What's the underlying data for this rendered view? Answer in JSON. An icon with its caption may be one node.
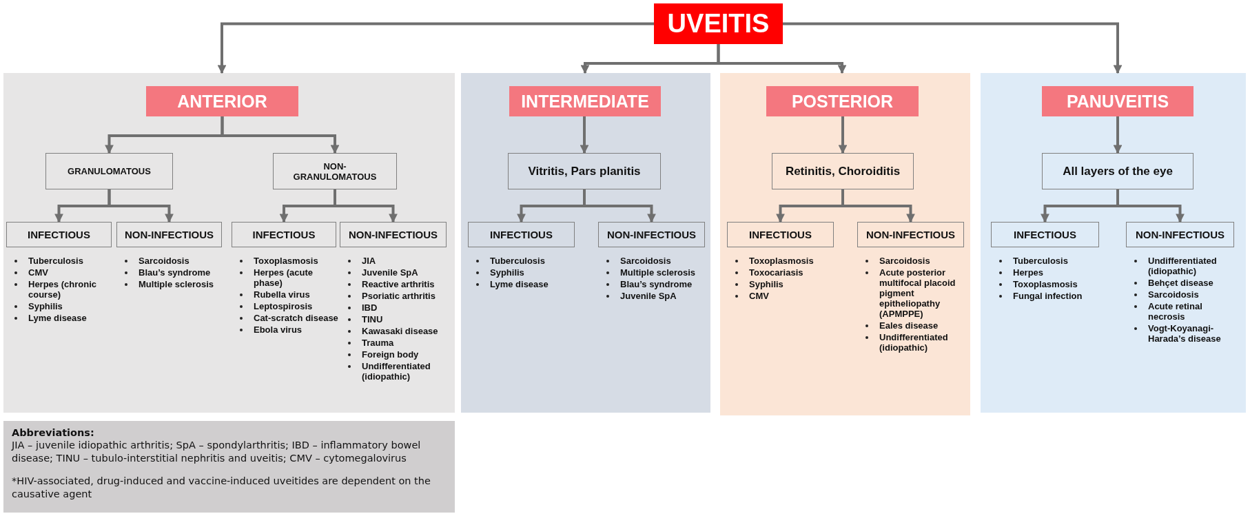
{
  "diagram": {
    "nodes": [
      {
        "text": [
          "UVEITIS"
        ]
      },
      {
        "text": [],
        "shape": "box"
      },
      {
        "text": [
          "ANTERIOR"
        ],
        "in": 1
      },
      {
        "text": [
          "GRANULOMATOUS"
        ],
        "in": 1
      },
      {
        "text": [
          "NON- GRANULOMATOUS"
        ],
        "in": 1
      },
      {
        "text": [
          "INFECTIOUS"
        ],
        "in": 1,
        "beside": [
          "Tuberculosis",
          "CMV",
          "Herpes (chronic course)",
          "Syphilis",
          "Lyme disease"
        ]
      },
      {
        "text": [
          "NON-INFECTIOUS"
        ],
        "in": 1,
        "beside": [
          "Sarcoidosis",
          "Blau’s syndrome",
          "Multiple sclerosis"
        ]
      },
      {
        "text": [
          "INFECTIOUS"
        ],
        "in": 1,
        "beside": [
          "Toxoplasmosis",
          "Herpes (acute phase)",
          "Rubella virus",
          "Leptospirosis",
          "Cat-scratch disease",
          "Ebola virus"
        ]
      },
      {
        "text": [
          "NON-INFECTIOUS"
        ],
        "in": 1,
        "beside": [
          "JIA",
          "Juvenile SpA",
          "Reactive arthritis",
          "Psoriatic arthritis",
          "IBD",
          "TINU",
          "Kawasaki disease",
          "Trauma",
          "Foreign body",
          "Undifferentiated (idiopathic)"
        ]
      },
      {
        "text": [],
        "shape": "box"
      },
      {
        "text": [
          "INTERMEDIATE"
        ],
        "in": 9
      },
      {
        "text": [
          "Vitritis, Pars planitis"
        ],
        "in": 9
      },
      {
        "text": [
          "INFECTIOUS"
        ],
        "in": 9,
        "beside": [
          "Tuberculosis",
          "Syphilis",
          "Lyme disease"
        ]
      },
      {
        "text": [
          "NON-INFECTIOUS"
        ],
        "in": 9,
        "beside": [
          "Sarcoidosis",
          "Multiple sclerosis",
          "Blau’s syndrome",
          "Juvenile SpA"
        ]
      },
      {
        "text": [],
        "shape": "box"
      },
      {
        "text": [
          "POSTERIOR"
        ],
        "in": 14
      },
      {
        "text": [
          "Retinitis, Choroiditis"
        ],
        "in": 14
      },
      {
        "text": [
          "INFECTIOUS"
        ],
        "in": 14,
        "beside": [
          "Toxoplasmosis",
          "Toxocariasis",
          "Syphilis",
          "CMV"
        ]
      },
      {
        "text": [
          "NON-INFECTIOUS"
        ],
        "in": 14,
        "beside": [
          "Sarcoidosis",
          "Acute posterior multifocal placoid pigment epitheliopathy (APMPPE)",
          "Eales disease",
          "Undifferentiated (idiopathic)"
        ]
      },
      {
        "text": [],
        "shape": "box"
      },
      {
        "text": [
          "PANUVEITIS"
        ],
        "in": 19
      },
      {
        "text": [
          "All layers of the eye"
        ],
        "in": 19
      },
      {
        "text": [
          "INFECTIOUS"
        ],
        "in": 19,
        "beside": [
          "Tuberculosis",
          "Herpes",
          "Toxoplasmosis",
          "Fungal infection"
        ]
      },
      {
        "text": [
          "NON-INFECTIOUS"
        ],
        "in": 19,
        "beside": [
          "Undifferentiated (idiopathic)",
          "Behçet disease",
          "Sarcoidosis",
          "Acute retinal necrosis",
          "Vogt-Koyanagi-Harada’s disease"
        ]
      },
      {
        "text": [
          "Abbreviations:",
          "JIA – juvenile idiopathic arthritis; SpA – spondylarthritis; IBD – inflammatory bowel disease; TINU – tubulo-interstitial nephritis and uveitis; CMV – cytomegalovirus",
          "*HIV-associated, drug-induced and vaccine-induced uveitides are dependent on the causative agent"
        ]
      }
    ],
    "edges": [
      {
        "from": 0,
        "to": 1,
        "arrow": "to"
      },
      {
        "from": 0,
        "to": 9,
        "arrow": "to"
      },
      {
        "from": 0,
        "to": 14,
        "arrow": "to"
      },
      {
        "from": 0,
        "to": 19,
        "arrow": "to"
      },
      {
        "from": 2,
        "to": 3,
        "arrow": "to"
      },
      {
        "from": 2,
        "to": 4,
        "arrow": "to"
      },
      {
        "from": 3,
        "to": 5,
        "arrow": "to"
      },
      {
        "from": 3,
        "to": 6,
        "arrow": "to"
      },
      {
        "from": 4,
        "to": 7,
        "arrow": "to"
      },
      {
        "from": 4,
        "to": 8,
        "arrow": "to"
      },
      {
        "from": 10,
        "to": 11,
        "arrow": "to"
      },
      {
        "from": 11,
        "to": 12,
        "arrow": "to"
      },
      {
        "from": 11,
        "to": 13,
        "arrow": "to"
      },
      {
        "from": 15,
        "to": 16,
        "arrow": "to"
      },
      {
        "from": 16,
        "to": 17,
        "arrow": "to"
      },
      {
        "from": 16,
        "to": 18,
        "arrow": "to"
      },
      {
        "from": 20,
        "to": 21,
        "arrow": "to"
      },
      {
        "from": 21,
        "to": 22,
        "arrow": "to"
      },
      {
        "from": 21,
        "to": 23,
        "arrow": "to"
      }
    ]
  }
}
